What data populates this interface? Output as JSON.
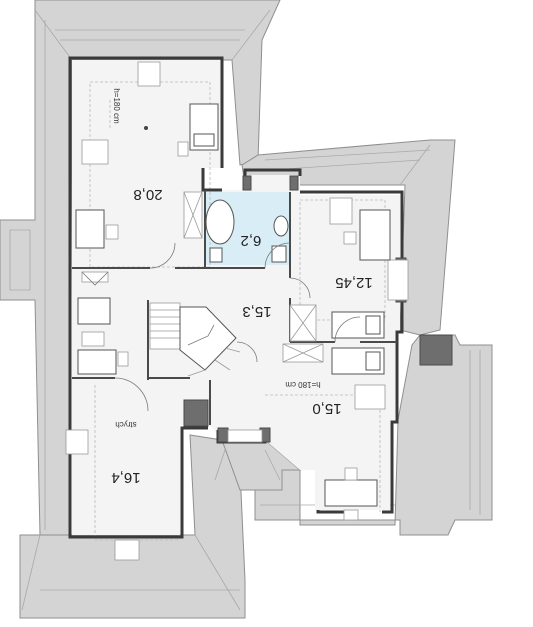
{
  "plan": {
    "rooms": [
      {
        "id": "bedroom-nw",
        "area": "20,8"
      },
      {
        "id": "bathroom",
        "area": "6,2"
      },
      {
        "id": "bedroom-e",
        "area": "12,45"
      },
      {
        "id": "hall",
        "area": "15,3"
      },
      {
        "id": "bedroom-se",
        "area": "15,0"
      },
      {
        "id": "attic-sw",
        "area": "16,4"
      }
    ],
    "notes": {
      "height_a": "h=180 cm",
      "height_b": "h=180 cm",
      "attic": "strych"
    },
    "colors": {
      "roof": "#d4d4d4",
      "floor": "#f4f4f4",
      "bathroom_floor": "#d9edf7",
      "walls": "#3a3a3a"
    }
  }
}
